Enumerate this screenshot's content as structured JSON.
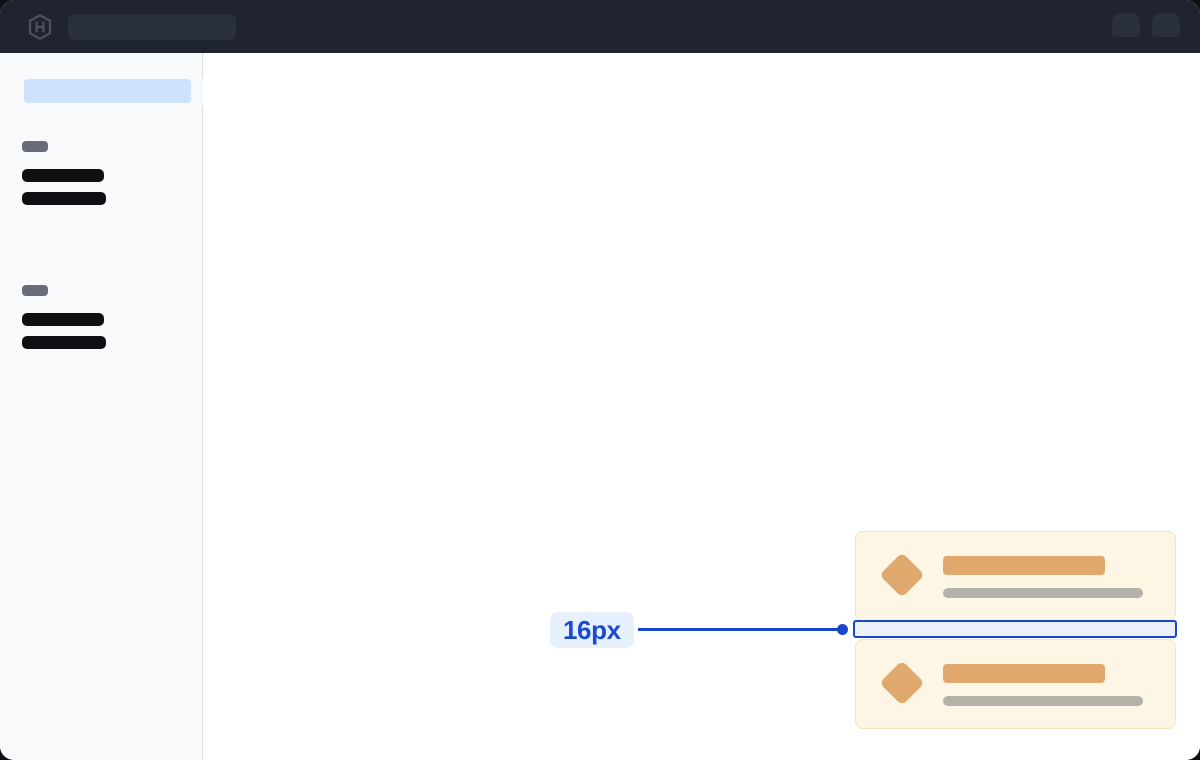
{
  "window": {
    "title": "Spacing Annotation Mockup",
    "background_color": "#0d0f13",
    "surface_color": "#ffffff"
  },
  "topbar": {
    "background_color": "#1f242e",
    "logo_icon": "hashicorp-hexagon-logo-icon",
    "search": {
      "placeholder": "",
      "value": "",
      "icon": "search-placeholder-bar"
    },
    "actions": [
      {
        "name": "topbar-action-1",
        "icon": "placeholder-pill-icon"
      },
      {
        "name": "topbar-action-2",
        "icon": "placeholder-pill-icon"
      }
    ]
  },
  "sidebar": {
    "background_color": "#f8f9fa",
    "border_color": "#d9dce1",
    "active_item": {
      "label": "",
      "highlight_color": "#cfe2fb"
    },
    "collapse_handle": {
      "name": "sidebar-collapse-handle",
      "icon": "sidebar-toggle-icon"
    },
    "groups": [
      {
        "label": "",
        "label_color": "#676c78",
        "items": [
          {
            "label": "",
            "bar_color": "#0e1014"
          },
          {
            "label": "",
            "bar_color": "#0e1014"
          }
        ]
      },
      {
        "label": "",
        "label_color": "#676c78",
        "items": [
          {
            "label": "",
            "bar_color": "#0e1014"
          },
          {
            "label": "",
            "bar_color": "#0e1014"
          }
        ]
      }
    ]
  },
  "canvas": {
    "background_color": "#ffffff"
  },
  "cards": [
    {
      "name": "card-top",
      "background_color": "#fdf6e4",
      "border_color": "#f6e2bb",
      "icon": "diamond-icon",
      "icon_color": "#dfa86c",
      "title": "",
      "title_bar_color": "#e0a86c",
      "subtitle": "",
      "subtitle_bar_color": "#b4b1a9"
    },
    {
      "name": "card-bottom",
      "background_color": "#fdf6e4",
      "border_color": "#f6e2bb",
      "icon": "diamond-icon",
      "icon_color": "#dfa86c",
      "title": "",
      "title_bar_color": "#e0a86c",
      "subtitle": "",
      "subtitle_bar_color": "#b4b1a9"
    }
  ],
  "measurement": {
    "label": "16px",
    "value": 16,
    "unit": "px",
    "badge_background": "#e7f0fd",
    "text_color": "#1a4ad0",
    "accent_color": "#1a46c9",
    "highlight_fill": "#eaf1fd",
    "describes": "vertical-gap-between-cards"
  }
}
